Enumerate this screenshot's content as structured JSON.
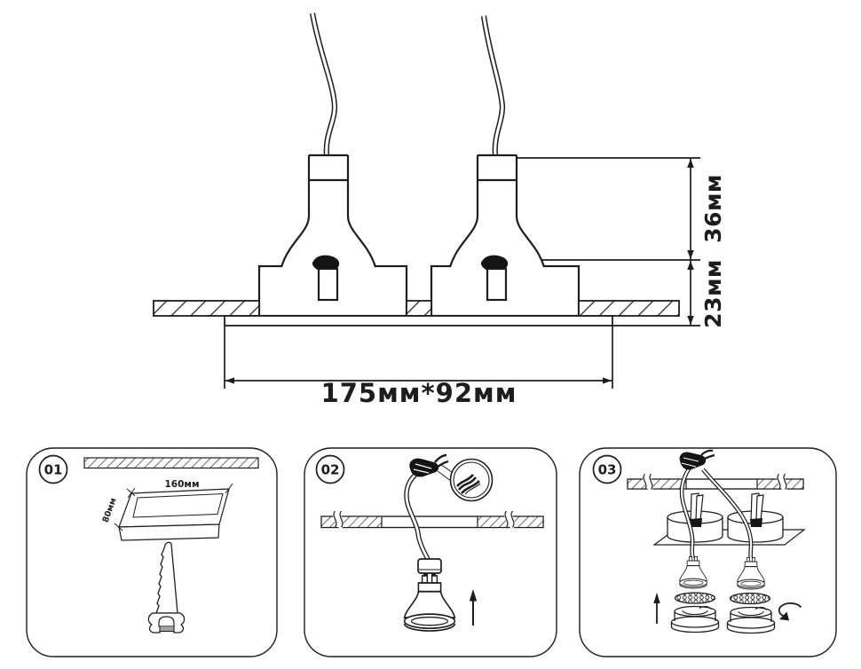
{
  "page": {
    "background": "#ffffff",
    "line_color": "#1d1d1d",
    "description": "Recessed double spotlight dimensional drawing with three installation steps"
  },
  "main_drawing": {
    "height_above_ceiling": "36мм",
    "recessed_depth": "23мм",
    "plate_size": "175мм*92мм"
  },
  "steps": [
    {
      "badge": "01",
      "cutout_length": "160мм",
      "cutout_width": "80мм",
      "icons": [
        "ceiling-strip-icon",
        "cutout-template-icon",
        "handsaw-icon"
      ]
    },
    {
      "badge": "02",
      "icons": [
        "wire-connector-icon",
        "wire-detail-magnifier-icon",
        "ceiling-cutout-icon",
        "lamp-socket-icon",
        "gu10-bulb-icon",
        "arrow-up-icon"
      ]
    },
    {
      "badge": "03",
      "icons": [
        "wire-connector-icon",
        "ceiling-cutout-icon",
        "mounting-plate-icon",
        "spring-clip-icon",
        "gu10-bulb-icon",
        "mesh-diffuser-icon",
        "trim-ring-icon",
        "arrow-up-icon",
        "rotate-icon"
      ]
    }
  ]
}
